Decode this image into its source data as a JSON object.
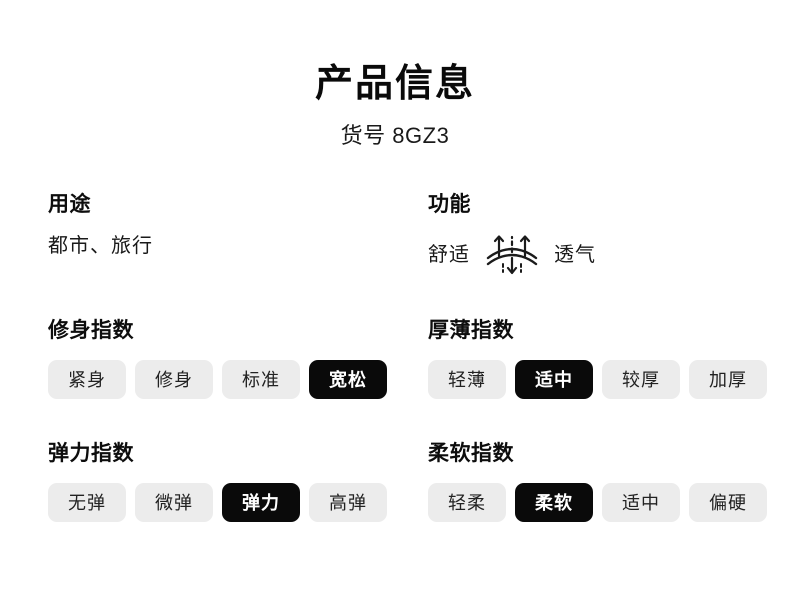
{
  "header": {
    "title": "产品信息",
    "subtitle": "货号 8GZ3"
  },
  "sections": {
    "usage": {
      "title": "用途",
      "value": "都市、旅行"
    },
    "function": {
      "title": "功能",
      "feature_left": "舒适",
      "feature_right": "透气",
      "icon": "breathable-fabric-icon"
    },
    "fit": {
      "title": "修身指数",
      "options": [
        "紧身",
        "修身",
        "标准",
        "宽松"
      ],
      "selected": "宽松"
    },
    "thickness": {
      "title": "厚薄指数",
      "options": [
        "轻薄",
        "适中",
        "较厚",
        "加厚"
      ],
      "selected": "适中"
    },
    "elasticity": {
      "title": "弹力指数",
      "options": [
        "无弹",
        "微弹",
        "弹力",
        "高弹"
      ],
      "selected": "弹力"
    },
    "softness": {
      "title": "柔软指数",
      "options": [
        "轻柔",
        "柔软",
        "适中",
        "偏硬"
      ],
      "selected": "柔软"
    }
  },
  "colors": {
    "background": "#ffffff",
    "text": "#111111",
    "pill_background": "#ececec",
    "pill_selected_background": "#0a0a0a",
    "pill_selected_text": "#ffffff"
  }
}
